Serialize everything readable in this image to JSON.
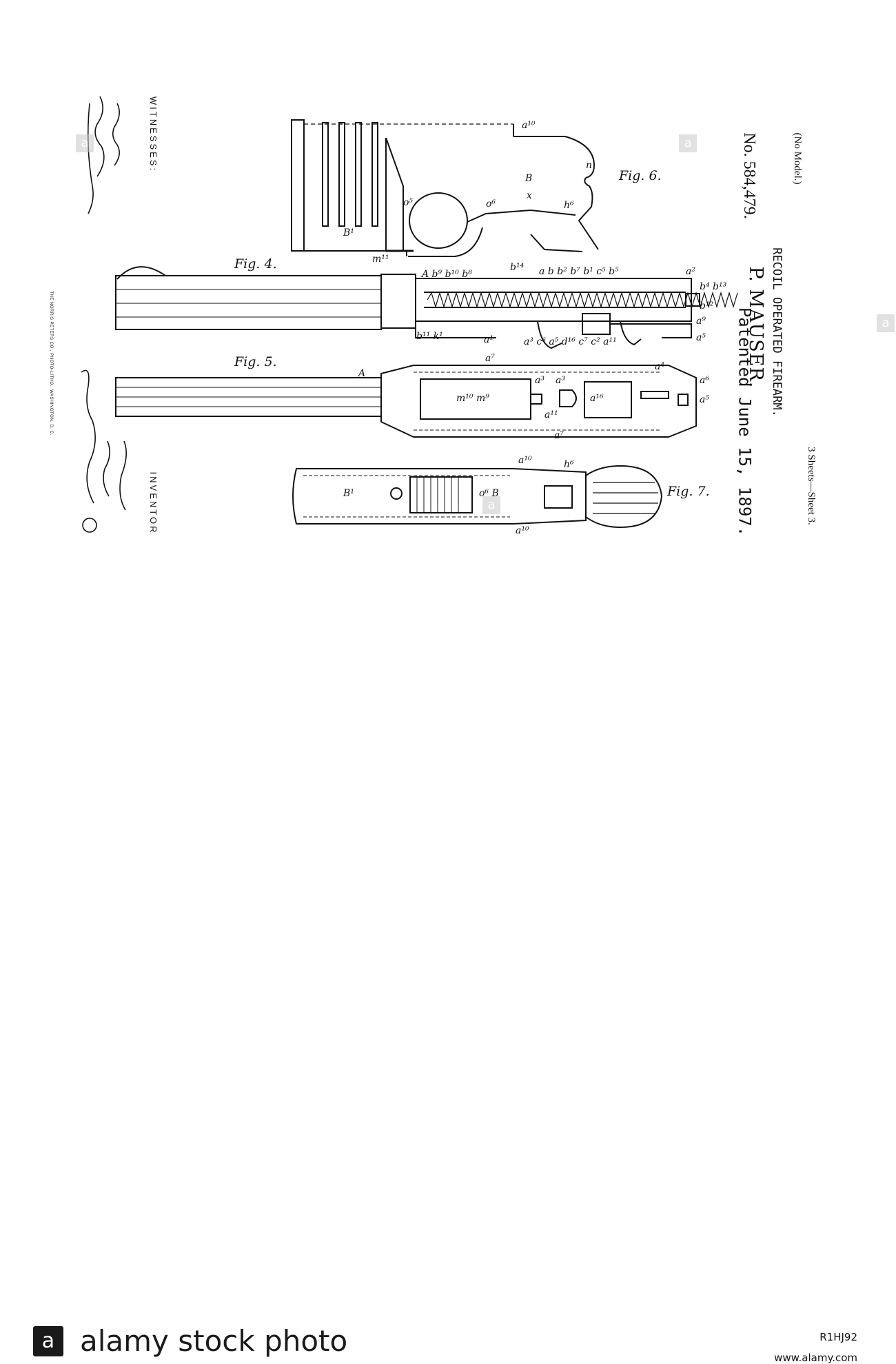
{
  "header": {
    "model": "(No Model.)",
    "number": "No. 584,479.",
    "inventor_name": "P. MAUSER.",
    "title": "RECOIL OPERATED FIREARM.",
    "patented": "Patented June 15, 1897.",
    "sheets": "3 Sheets—Sheet 3."
  },
  "witnesses_label": "WITNESSES:",
  "inventor_label": "INVENTOR",
  "printer_line": "THE NORRIS PETERS CO., PHOTO-LITHO., WASHINGTON, D. C.",
  "figures": {
    "fig4": "Fig. 4.",
    "fig5": "Fig. 5.",
    "fig6": "Fig. 6.",
    "fig7": "Fig. 7."
  },
  "footer": {
    "logo_letter": "a",
    "brand": "alamy stock photo",
    "image_id": "R1HJ92",
    "url": "www.alamy.com"
  },
  "icons": [
    "alamy-logo-icon",
    "watermark-icon"
  ],
  "colors": {
    "ink": "#111111",
    "paper": "#ffffff",
    "watermark": "#c9c9c9"
  }
}
